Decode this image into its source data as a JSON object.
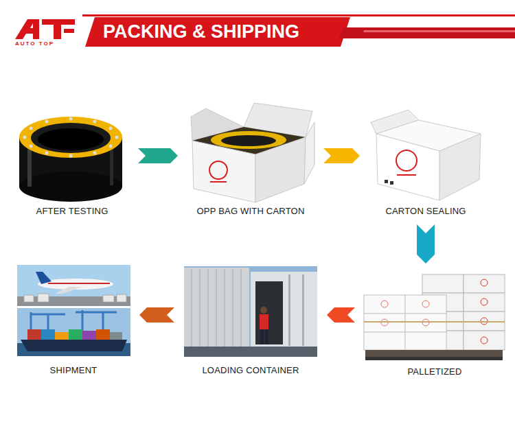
{
  "diagram": {
    "title": "PACKING & SHIPPING",
    "nodes": [
      {
        "text": [
          "AFTER TESTING"
        ]
      },
      {
        "text": [
          "OPP BAG WITH CARTON"
        ]
      },
      {
        "text": [
          "CARTON SEALING"
        ]
      },
      {
        "text": [
          "PALLETIZED"
        ]
      },
      {
        "text": [
          "LOADING CONTAINER"
        ]
      },
      {
        "text": [
          "SHIPMENT"
        ]
      }
    ],
    "edges": [
      {
        "from": 0,
        "to": 1,
        "arrow": "to"
      },
      {
        "from": 1,
        "to": 2,
        "arrow": "to"
      },
      {
        "from": 2,
        "to": 3,
        "arrow": "to"
      },
      {
        "from": 3,
        "to": 4,
        "arrow": "to"
      },
      {
        "from": 4,
        "to": 5,
        "arrow": "to"
      }
    ],
    "labels": [
      "AUTO TOP"
    ]
  }
}
